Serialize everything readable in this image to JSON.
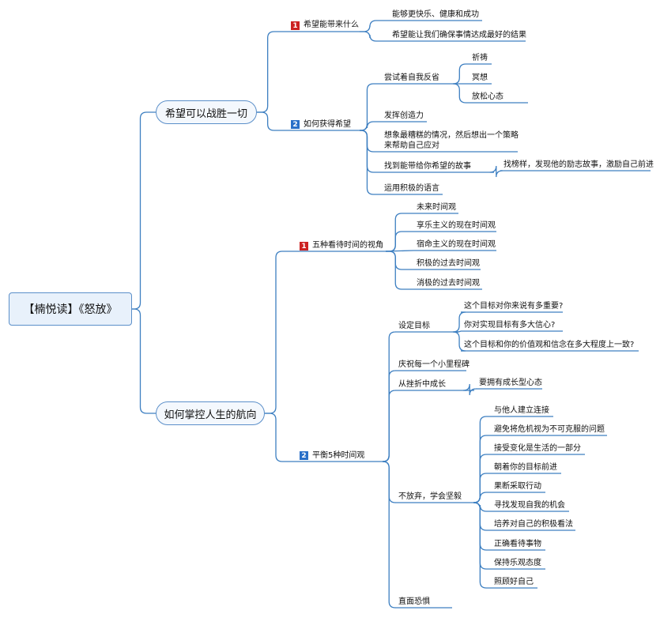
{
  "root": "【楠悦读】《怒放》",
  "branches": [
    {
      "label": "希望可以战胜一切",
      "children": [
        {
          "num": "1",
          "label": "希望能带来什么",
          "children": [
            "能够更快乐、健康和成功",
            "希望能让我们确保事情达成最好的结果"
          ]
        },
        {
          "num": "2",
          "label": "如何获得希望",
          "children": [
            {
              "label": "尝试着自我反省",
              "children": [
                "祈祷",
                "冥想",
                "放松心态"
              ]
            },
            {
              "label": "发挥创造力"
            },
            {
              "label": "想象最糟糕的情况，然后想出一个策略来帮助自己应对"
            },
            {
              "label": "找到能带给你希望的故事",
              "children": [
                "找榜样，发现他的励志故事，激励自己前进"
              ]
            },
            {
              "label": "运用积极的语言"
            }
          ]
        }
      ]
    },
    {
      "label": "如何掌控人生的航向",
      "children": [
        {
          "num": "1",
          "label": "五种看待时间的视角",
          "children": [
            "未来时间观",
            "享乐主义的现在时间观",
            "宿命主义的现在时间观",
            "积极的过去时间观",
            "消极的过去时间观"
          ]
        },
        {
          "num": "2",
          "label": "平衡5种时间观",
          "children": [
            {
              "label": "设定目标",
              "children": [
                "这个目标对你来说有多重要?",
                "你对实现目标有多大信心?",
                "这个目标和你的价值观和信念在多大程度上一致?"
              ]
            },
            {
              "label": "庆祝每一个小里程碑"
            },
            {
              "label": "从挫折中成长",
              "children": [
                "要拥有成长型心态"
              ]
            },
            {
              "label": "不放弃，学会坚毅",
              "children": [
                "与他人建立连接",
                "避免将危机视为不可克服的问题",
                "接受变化是生活的一部分",
                "朝着你的目标前进",
                "果断采取行动",
                "寻找发现自我的机会",
                "培养对自己的积极看法",
                "正确看待事物",
                "保持乐观态度",
                "照顾好自己"
              ]
            },
            {
              "label": "直面恐惧"
            }
          ]
        }
      ]
    }
  ],
  "colors": {
    "line": "#3d7fc1",
    "root_fill": "#e8f1fb",
    "badge1": "#cc2222",
    "badge2": "#2a70c8"
  }
}
